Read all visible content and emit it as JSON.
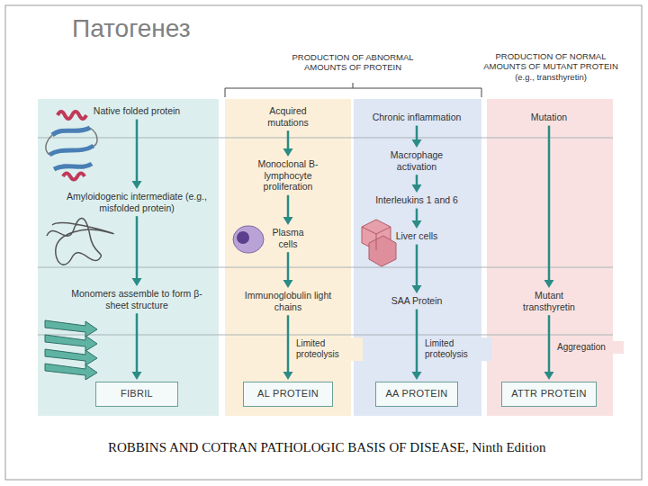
{
  "diagram": {
    "title": "Патогенез",
    "caption": "ROBBINS AND COTRAN PATHOLOGIC BASIS OF DISEASE, Ninth Edition",
    "nodes": [
      {
        "text": [
          "Native folded protein"
        ]
      },
      {
        "text": [
          "Amyloidogenic intermediate (e.g., misfolded protein)"
        ]
      },
      {
        "text": [
          "Monomers assemble to form β-sheet structure"
        ]
      },
      {
        "text": [
          "FIBRIL"
        ]
      },
      {
        "text": [
          "Acquired mutations"
        ]
      },
      {
        "text": [
          "Monoclonal B-lymphocyte proliferation"
        ]
      },
      {
        "text": [
          "Plasma cells"
        ]
      },
      {
        "text": [
          "Immunoglobulin light chains"
        ]
      },
      {
        "text": [
          "AL PROTEIN"
        ]
      },
      {
        "text": [
          "Chronic inflammation"
        ]
      },
      {
        "text": [
          "Macrophage activation"
        ]
      },
      {
        "text": [
          "Interleukins 1 and 6"
        ]
      },
      {
        "text": [
          "Liver cells"
        ]
      },
      {
        "text": [
          "SAA Protein"
        ]
      },
      {
        "text": [
          "AA PROTEIN"
        ]
      },
      {
        "text": [
          "Mutation"
        ]
      },
      {
        "text": [
          "Mutant transthyretin"
        ]
      },
      {
        "text": [
          "ATTR PROTEIN"
        ]
      }
    ],
    "edges": [
      {
        "from": 0,
        "to": 1,
        "arrow": "to"
      },
      {
        "from": 1,
        "to": 2,
        "arrow": "to"
      },
      {
        "from": 2,
        "to": 3,
        "arrow": "to"
      },
      {
        "from": 4,
        "to": 5,
        "arrow": "to"
      },
      {
        "from": 5,
        "to": 6,
        "arrow": "to"
      },
      {
        "from": 6,
        "to": 7,
        "arrow": "to"
      },
      {
        "from": 7,
        "to": 8,
        "label": "Limited proteolysis",
        "arrow": "to"
      },
      {
        "from": 9,
        "to": 10,
        "arrow": "to"
      },
      {
        "from": 10,
        "to": 11,
        "arrow": "to"
      },
      {
        "from": 11,
        "to": 12,
        "arrow": "to"
      },
      {
        "from": 12,
        "to": 13,
        "arrow": "to"
      },
      {
        "from": 13,
        "to": 14,
        "label": "Limited proteolysis",
        "arrow": "to"
      },
      {
        "from": 15,
        "to": 16,
        "arrow": "to"
      },
      {
        "from": 16,
        "to": 17,
        "label": "Aggregation",
        "arrow": "to"
      }
    ],
    "labels": [
      "PRODUCTION OF ABNORMAL AMOUNTS OF PROTEIN",
      "PRODUCTION OF NORMAL AMOUNTS OF MUTANT PROTEIN (e.g., transthyretin)"
    ]
  }
}
